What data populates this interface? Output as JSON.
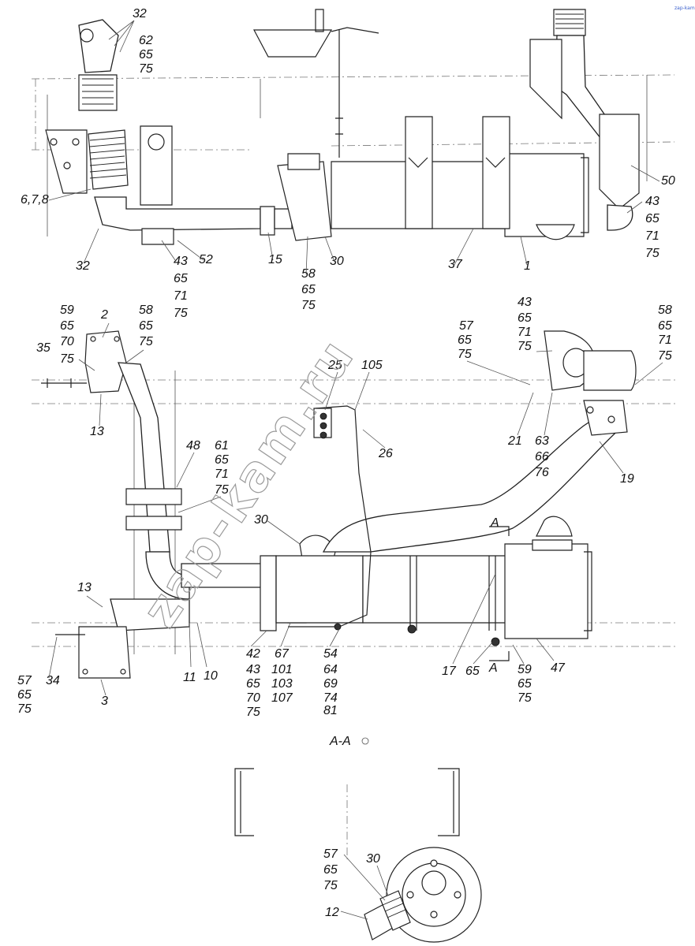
{
  "watermark": "zap-kam.ru",
  "corner_mark": "zap-kam",
  "section_title": "А-А",
  "view1": {
    "labels": [
      {
        "id": "v1-32a",
        "text": "32"
      },
      {
        "id": "v1-62",
        "text": "62"
      },
      {
        "id": "v1-65a",
        "text": "65"
      },
      {
        "id": "v1-75a",
        "text": "75"
      },
      {
        "id": "v1-678",
        "text": "6,7,8"
      },
      {
        "id": "v1-32b",
        "text": "32"
      },
      {
        "id": "v1-43a",
        "text": "43"
      },
      {
        "id": "v1-65b",
        "text": "65"
      },
      {
        "id": "v1-71a",
        "text": "71"
      },
      {
        "id": "v1-75b",
        "text": "75"
      },
      {
        "id": "v1-52",
        "text": "52"
      },
      {
        "id": "v1-15",
        "text": "15"
      },
      {
        "id": "v1-58",
        "text": "58"
      },
      {
        "id": "v1-65c",
        "text": "65"
      },
      {
        "id": "v1-75c",
        "text": "75"
      },
      {
        "id": "v1-30",
        "text": "30"
      },
      {
        "id": "v1-37",
        "text": "37"
      },
      {
        "id": "v1-1",
        "text": "1"
      },
      {
        "id": "v1-50",
        "text": "50"
      },
      {
        "id": "v1-43b",
        "text": "43"
      },
      {
        "id": "v1-65d",
        "text": "65"
      },
      {
        "id": "v1-71b",
        "text": "71"
      },
      {
        "id": "v1-75d",
        "text": "75"
      }
    ]
  },
  "view2": {
    "labels": [
      {
        "id": "v2-59",
        "text": "59"
      },
      {
        "id": "v2-65a",
        "text": "65"
      },
      {
        "id": "v2-70a",
        "text": "70"
      },
      {
        "id": "v2-75a",
        "text": "75"
      },
      {
        "id": "v2-35",
        "text": "35"
      },
      {
        "id": "v2-2",
        "text": "2"
      },
      {
        "id": "v2-58a",
        "text": "58"
      },
      {
        "id": "v2-65b",
        "text": "65"
      },
      {
        "id": "v2-75b",
        "text": "75"
      },
      {
        "id": "v2-13a",
        "text": "13"
      },
      {
        "id": "v2-25",
        "text": "25"
      },
      {
        "id": "v2-105",
        "text": "105"
      },
      {
        "id": "v2-57a",
        "text": "57"
      },
      {
        "id": "v2-65c",
        "text": "65"
      },
      {
        "id": "v2-75c",
        "text": "75"
      },
      {
        "id": "v2-43a",
        "text": "43"
      },
      {
        "id": "v2-65d",
        "text": "65"
      },
      {
        "id": "v2-71a",
        "text": "71"
      },
      {
        "id": "v2-75d",
        "text": "75"
      },
      {
        "id": "v2-58b",
        "text": "58"
      },
      {
        "id": "v2-65e",
        "text": "65"
      },
      {
        "id": "v2-71b",
        "text": "71"
      },
      {
        "id": "v2-75e",
        "text": "75"
      },
      {
        "id": "v2-21",
        "text": "21"
      },
      {
        "id": "v2-63",
        "text": "63"
      },
      {
        "id": "v2-66",
        "text": "66"
      },
      {
        "id": "v2-76",
        "text": "76"
      },
      {
        "id": "v2-26",
        "text": "26"
      },
      {
        "id": "v2-48",
        "text": "48"
      },
      {
        "id": "v2-61",
        "text": "61"
      },
      {
        "id": "v2-65f",
        "text": "65"
      },
      {
        "id": "v2-71c",
        "text": "71"
      },
      {
        "id": "v2-75f",
        "text": "75"
      },
      {
        "id": "v2-19",
        "text": "19"
      },
      {
        "id": "v2-30",
        "text": "30"
      },
      {
        "id": "v2-A1",
        "text": "A"
      },
      {
        "id": "v2-13b",
        "text": "13"
      },
      {
        "id": "v2-42",
        "text": "42"
      },
      {
        "id": "v2-43b",
        "text": "43"
      },
      {
        "id": "v2-65g",
        "text": "65"
      },
      {
        "id": "v2-70b",
        "text": "70"
      },
      {
        "id": "v2-75g",
        "text": "75"
      },
      {
        "id": "v2-67",
        "text": "67"
      },
      {
        "id": "v2-101",
        "text": "101"
      },
      {
        "id": "v2-103",
        "text": "103"
      },
      {
        "id": "v2-107",
        "text": "107"
      },
      {
        "id": "v2-54",
        "text": "54"
      },
      {
        "id": "v2-64",
        "text": "64"
      },
      {
        "id": "v2-69",
        "text": "69"
      },
      {
        "id": "v2-74",
        "text": "74"
      },
      {
        "id": "v2-81",
        "text": "81"
      },
      {
        "id": "v2-11",
        "text": "11"
      },
      {
        "id": "v2-10",
        "text": "10"
      },
      {
        "id": "v2-57b",
        "text": "57"
      },
      {
        "id": "v2-65h",
        "text": "65"
      },
      {
        "id": "v2-75h",
        "text": "75"
      },
      {
        "id": "v2-34",
        "text": "34"
      },
      {
        "id": "v2-3",
        "text": "3"
      },
      {
        "id": "v2-17",
        "text": "17"
      },
      {
        "id": "v2-65i",
        "text": "65"
      },
      {
        "id": "v2-A2",
        "text": "A"
      },
      {
        "id": "v2-59b",
        "text": "59"
      },
      {
        "id": "v2-65j",
        "text": "65"
      },
      {
        "id": "v2-75j",
        "text": "75"
      },
      {
        "id": "v2-47",
        "text": "47"
      }
    ]
  },
  "view3": {
    "labels": [
      {
        "id": "v3-57",
        "text": "57"
      },
      {
        "id": "v3-65",
        "text": "65"
      },
      {
        "id": "v3-75",
        "text": "75"
      },
      {
        "id": "v3-30",
        "text": "30"
      },
      {
        "id": "v3-12",
        "text": "12"
      }
    ]
  }
}
